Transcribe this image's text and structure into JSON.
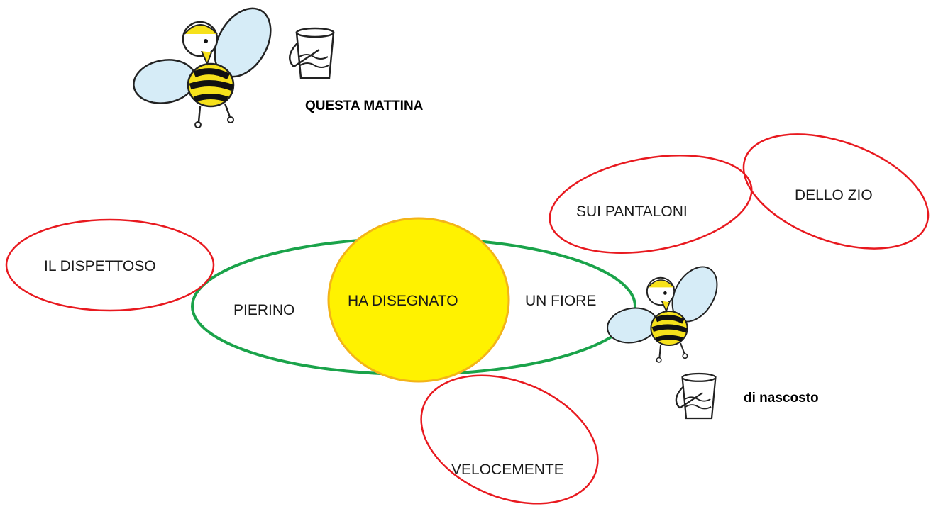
{
  "diagram": {
    "nodes": {
      "dispettoso": "IL DISPETTOSO",
      "pierino": "PIERINO",
      "ha_disegnato": "HA DISEGNATO",
      "un_fiore": "UN FIORE",
      "sui_pantaloni": "SUI PANTALONI",
      "dello_zio": "DELLO ZIO",
      "velocemente": "VELOCEMENTE"
    },
    "annotations": {
      "questa_mattina": "QUESTA MATTINA",
      "di_nascosto": "di nascosto"
    },
    "icons": [
      "bee-icon",
      "bucket-icon"
    ],
    "colors": {
      "green_outline": "#1aa34a",
      "red_outline": "#e8191f",
      "yellow_fill": "#fff200",
      "yellow_stroke": "#f3b418"
    }
  }
}
